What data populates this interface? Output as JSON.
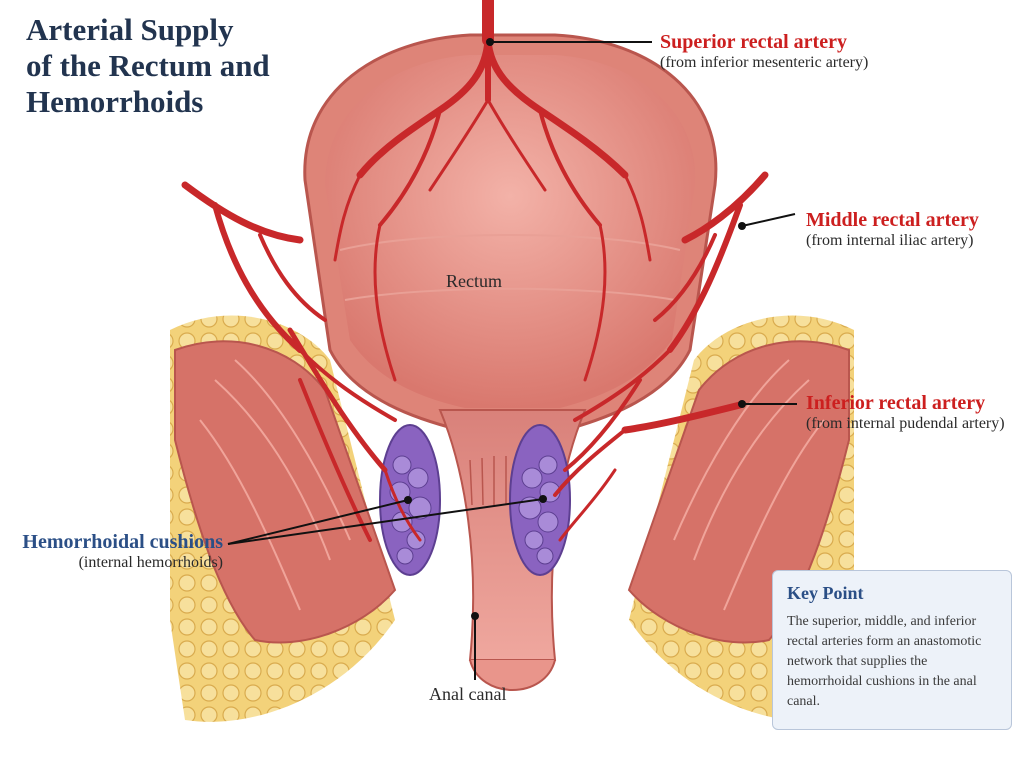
{
  "title": {
    "line1": "Arterial Supply",
    "line2": "of the Rectum and",
    "line3": "Hemorrhoids"
  },
  "labels": {
    "superior": {
      "name": "Superior rectal artery",
      "source": "(from inferior mesenteric artery)"
    },
    "middle": {
      "name": "Middle rectal artery",
      "source": "(from internal iliac artery)"
    },
    "inferior": {
      "name": "Inferior rectal artery",
      "source": "(from internal pudendal artery)"
    },
    "cushions": {
      "name": "Hemorrhoidal cushions",
      "source": "(internal hemorrhoids)"
    },
    "rectum": "Rectum",
    "anal_canal": "Anal canal"
  },
  "key_point": {
    "heading": "Key Point",
    "body": "The superior, middle, and inferior rectal arteries form an anastomotic network that supplies the hemorrhoidal cushions in the anal canal."
  },
  "colors": {
    "artery": "#c8282a",
    "mucosa": "#e8958c",
    "muscle": "#d9776e",
    "fat": "#f1cf74",
    "cushion": "#7d5bb3",
    "title": "#22344f",
    "label_red": "#cc1f1f",
    "label_blue": "#2b4f86"
  }
}
